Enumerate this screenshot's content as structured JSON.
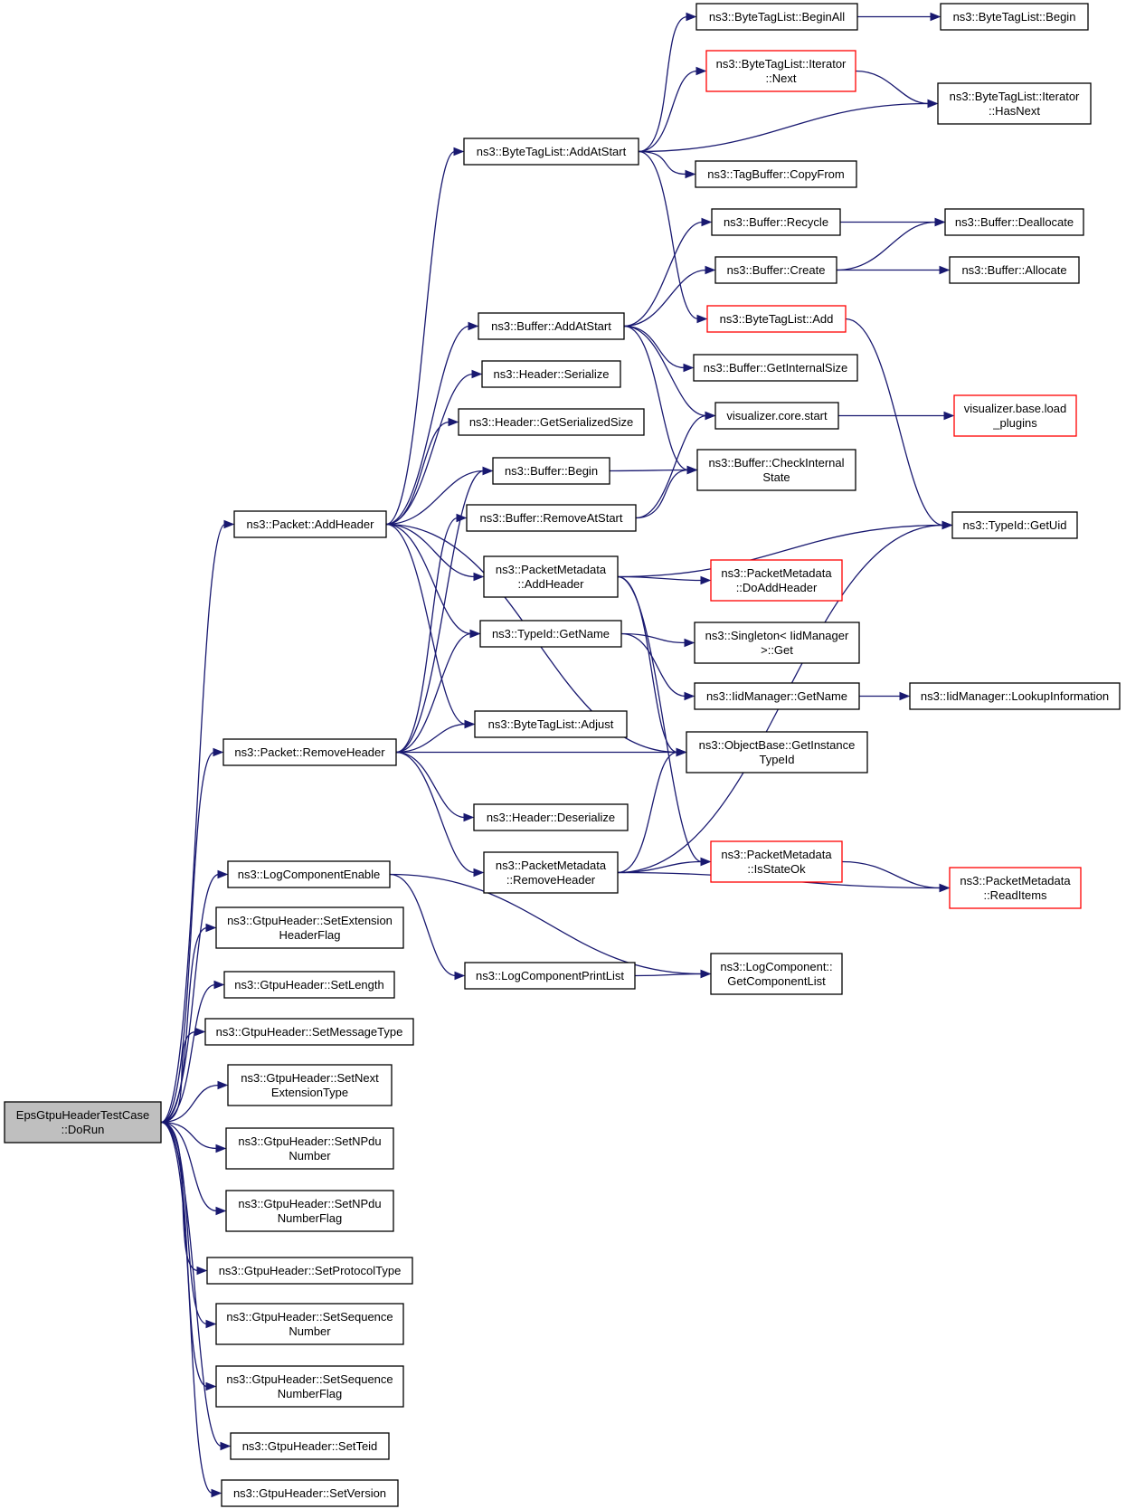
{
  "nodes": [
    {
      "id": "root",
      "lines": [
        "EpsGtpuHeaderTestCase",
        "::DoRun"
      ],
      "style": "root"
    },
    {
      "id": "packet_addheader",
      "lines": [
        "ns3::Packet::AddHeader"
      ]
    },
    {
      "id": "packet_removeheader",
      "lines": [
        "ns3::Packet::RemoveHeader"
      ]
    },
    {
      "id": "logcomponentenable",
      "lines": [
        "ns3::LogComponentEnable"
      ]
    },
    {
      "id": "setextensionheaderflag",
      "lines": [
        "ns3::GtpuHeader::SetExtension",
        "HeaderFlag"
      ]
    },
    {
      "id": "setlength",
      "lines": [
        "ns3::GtpuHeader::SetLength"
      ]
    },
    {
      "id": "setmessagetype",
      "lines": [
        "ns3::GtpuHeader::SetMessageType"
      ]
    },
    {
      "id": "setnextextensiontype",
      "lines": [
        "ns3::GtpuHeader::SetNext",
        "ExtensionType"
      ]
    },
    {
      "id": "setnpdunumber",
      "lines": [
        "ns3::GtpuHeader::SetNPdu",
        "Number"
      ]
    },
    {
      "id": "setnpdunumberflag",
      "lines": [
        "ns3::GtpuHeader::SetNPdu",
        "NumberFlag"
      ]
    },
    {
      "id": "setprotocoltype",
      "lines": [
        "ns3::GtpuHeader::SetProtocolType"
      ]
    },
    {
      "id": "setsequencenumber",
      "lines": [
        "ns3::GtpuHeader::SetSequence",
        "Number"
      ]
    },
    {
      "id": "setsequencenumberflag",
      "lines": [
        "ns3::GtpuHeader::SetSequence",
        "NumberFlag"
      ]
    },
    {
      "id": "setteid",
      "lines": [
        "ns3::GtpuHeader::SetTeid"
      ]
    },
    {
      "id": "setversion",
      "lines": [
        "ns3::GtpuHeader::SetVersion"
      ]
    },
    {
      "id": "bytetaglist_addatstart",
      "lines": [
        "ns3::ByteTagList::AddAtStart"
      ]
    },
    {
      "id": "buffer_addatstart",
      "lines": [
        "ns3::Buffer::AddAtStart"
      ]
    },
    {
      "id": "header_serialize",
      "lines": [
        "ns3::Header::Serialize"
      ]
    },
    {
      "id": "header_getserializedsize",
      "lines": [
        "ns3::Header::GetSerializedSize"
      ]
    },
    {
      "id": "buffer_begin",
      "lines": [
        "ns3::Buffer::Begin"
      ]
    },
    {
      "id": "buffer_removeatstart",
      "lines": [
        "ns3::Buffer::RemoveAtStart"
      ]
    },
    {
      "id": "packetmetadata_addheader",
      "lines": [
        "ns3::PacketMetadata",
        "::AddHeader"
      ]
    },
    {
      "id": "typeid_getname",
      "lines": [
        "ns3::TypeId::GetName"
      ]
    },
    {
      "id": "bytetaglist_adjust",
      "lines": [
        "ns3::ByteTagList::Adjust"
      ]
    },
    {
      "id": "header_deserialize",
      "lines": [
        "ns3::Header::Deserialize"
      ]
    },
    {
      "id": "packetmetadata_removeheader",
      "lines": [
        "ns3::PacketMetadata",
        "::RemoveHeader"
      ]
    },
    {
      "id": "logcomponentprintlist",
      "lines": [
        "ns3::LogComponentPrintList"
      ]
    },
    {
      "id": "bytetaglist_beginall",
      "lines": [
        "ns3::ByteTagList::BeginAll"
      ]
    },
    {
      "id": "bytetaglist_iterator_next",
      "lines": [
        "ns3::ByteTagList::Iterator",
        "::Next"
      ],
      "style": "red"
    },
    {
      "id": "tagbuffer_copyfrom",
      "lines": [
        "ns3::TagBuffer::CopyFrom"
      ]
    },
    {
      "id": "buffer_recycle",
      "lines": [
        "ns3::Buffer::Recycle"
      ]
    },
    {
      "id": "buffer_create",
      "lines": [
        "ns3::Buffer::Create"
      ]
    },
    {
      "id": "bytetaglist_add",
      "lines": [
        "ns3::ByteTagList::Add"
      ],
      "style": "red"
    },
    {
      "id": "buffer_getinternalsize",
      "lines": [
        "ns3::Buffer::GetInternalSize"
      ]
    },
    {
      "id": "visualizer_core_start",
      "lines": [
        "visualizer.core.start"
      ]
    },
    {
      "id": "buffer_checkinternalstate",
      "lines": [
        "ns3::Buffer::CheckInternal",
        "State"
      ]
    },
    {
      "id": "packetmetadata_doaddheader",
      "lines": [
        "ns3::PacketMetadata",
        "::DoAddHeader"
      ],
      "style": "red"
    },
    {
      "id": "singleton_iidmanager_get",
      "lines": [
        "ns3::Singleton< IidManager",
        " >::Get"
      ]
    },
    {
      "id": "iidmanager_getname",
      "lines": [
        "ns3::IidManager::GetName"
      ]
    },
    {
      "id": "objectbase_getinstancetypeid",
      "lines": [
        "ns3::ObjectBase::GetInstance",
        "TypeId"
      ]
    },
    {
      "id": "packetmetadata_isstateok",
      "lines": [
        "ns3::PacketMetadata",
        "::IsStateOk"
      ],
      "style": "red"
    },
    {
      "id": "logcomponent_getcomponentlist",
      "lines": [
        "ns3::LogComponent::",
        "GetComponentList"
      ]
    },
    {
      "id": "bytetaglist_begin",
      "lines": [
        "ns3::ByteTagList::Begin"
      ]
    },
    {
      "id": "bytetaglist_iterator_hasnext",
      "lines": [
        "ns3::ByteTagList::Iterator",
        "::HasNext"
      ]
    },
    {
      "id": "buffer_deallocate",
      "lines": [
        "ns3::Buffer::Deallocate"
      ]
    },
    {
      "id": "buffer_allocate",
      "lines": [
        "ns3::Buffer::Allocate"
      ]
    },
    {
      "id": "visualizer_base_load_plugins",
      "lines": [
        "visualizer.base.load",
        "_plugins"
      ],
      "style": "red"
    },
    {
      "id": "typeid_getuid",
      "lines": [
        "ns3::TypeId::GetUid"
      ]
    },
    {
      "id": "iidmanager_lookupinformation",
      "lines": [
        "ns3::IidManager::LookupInformation"
      ]
    },
    {
      "id": "packetmetadata_readitems",
      "lines": [
        "ns3::PacketMetadata",
        "::ReadItems"
      ],
      "style": "red"
    }
  ],
  "edges": [
    [
      "root",
      "packet_addheader"
    ],
    [
      "root",
      "packet_removeheader"
    ],
    [
      "root",
      "logcomponentenable"
    ],
    [
      "root",
      "setextensionheaderflag"
    ],
    [
      "root",
      "setlength"
    ],
    [
      "root",
      "setmessagetype"
    ],
    [
      "root",
      "setnextextensiontype"
    ],
    [
      "root",
      "setnpdunumber"
    ],
    [
      "root",
      "setnpdunumberflag"
    ],
    [
      "root",
      "setprotocoltype"
    ],
    [
      "root",
      "setsequencenumber"
    ],
    [
      "root",
      "setsequencenumberflag"
    ],
    [
      "root",
      "setteid"
    ],
    [
      "root",
      "setversion"
    ],
    [
      "packet_addheader",
      "bytetaglist_addatstart"
    ],
    [
      "packet_addheader",
      "buffer_addatstart"
    ],
    [
      "packet_addheader",
      "header_serialize"
    ],
    [
      "packet_addheader",
      "header_getserializedsize"
    ],
    [
      "packet_addheader",
      "buffer_begin"
    ],
    [
      "packet_addheader",
      "packetmetadata_addheader"
    ],
    [
      "packet_addheader",
      "typeid_getname"
    ],
    [
      "packet_addheader",
      "bytetaglist_adjust"
    ],
    [
      "packet_addheader",
      "objectbase_getinstancetypeid"
    ],
    [
      "packet_removeheader",
      "buffer_begin"
    ],
    [
      "packet_removeheader",
      "buffer_removeatstart"
    ],
    [
      "packet_removeheader",
      "typeid_getname"
    ],
    [
      "packet_removeheader",
      "bytetaglist_adjust"
    ],
    [
      "packet_removeheader",
      "objectbase_getinstancetypeid"
    ],
    [
      "packet_removeheader",
      "header_deserialize"
    ],
    [
      "packet_removeheader",
      "packetmetadata_removeheader"
    ],
    [
      "logcomponentenable",
      "logcomponentprintlist"
    ],
    [
      "logcomponentenable",
      "logcomponent_getcomponentlist"
    ],
    [
      "logcomponentprintlist",
      "logcomponent_getcomponentlist"
    ],
    [
      "bytetaglist_addatstart",
      "bytetaglist_beginall"
    ],
    [
      "bytetaglist_addatstart",
      "bytetaglist_iterator_next"
    ],
    [
      "bytetaglist_addatstart",
      "bytetaglist_iterator_hasnext"
    ],
    [
      "bytetaglist_addatstart",
      "tagbuffer_copyfrom"
    ],
    [
      "bytetaglist_addatstart",
      "bytetaglist_add"
    ],
    [
      "bytetaglist_beginall",
      "bytetaglist_begin"
    ],
    [
      "bytetaglist_iterator_next",
      "bytetaglist_iterator_hasnext"
    ],
    [
      "buffer_addatstart",
      "buffer_recycle"
    ],
    [
      "buffer_addatstart",
      "buffer_create"
    ],
    [
      "buffer_addatstart",
      "buffer_getinternalsize"
    ],
    [
      "buffer_addatstart",
      "visualizer_core_start"
    ],
    [
      "buffer_addatstart",
      "buffer_checkinternalstate"
    ],
    [
      "buffer_recycle",
      "buffer_deallocate"
    ],
    [
      "buffer_create",
      "buffer_deallocate"
    ],
    [
      "buffer_create",
      "buffer_allocate"
    ],
    [
      "bytetaglist_add",
      "typeid_getuid"
    ],
    [
      "visualizer_core_start",
      "visualizer_base_load_plugins"
    ],
    [
      "buffer_begin",
      "buffer_checkinternalstate"
    ],
    [
      "buffer_removeatstart",
      "visualizer_core_start"
    ],
    [
      "buffer_removeatstart",
      "buffer_checkinternalstate"
    ],
    [
      "packetmetadata_addheader",
      "typeid_getuid"
    ],
    [
      "packetmetadata_addheader",
      "packetmetadata_doaddheader"
    ],
    [
      "packetmetadata_addheader",
      "objectbase_getinstancetypeid"
    ],
    [
      "packetmetadata_addheader",
      "packetmetadata_isstateok"
    ],
    [
      "typeid_getname",
      "singleton_iidmanager_get"
    ],
    [
      "typeid_getname",
      "iidmanager_getname"
    ],
    [
      "iidmanager_getname",
      "iidmanager_lookupinformation"
    ],
    [
      "packetmetadata_removeheader",
      "objectbase_getinstancetypeid"
    ],
    [
      "packetmetadata_removeheader",
      "typeid_getuid"
    ],
    [
      "packetmetadata_removeheader",
      "packetmetadata_isstateok"
    ],
    [
      "packetmetadata_removeheader",
      "packetmetadata_readitems"
    ],
    [
      "packetmetadata_isstateok",
      "packetmetadata_readitems"
    ]
  ]
}
